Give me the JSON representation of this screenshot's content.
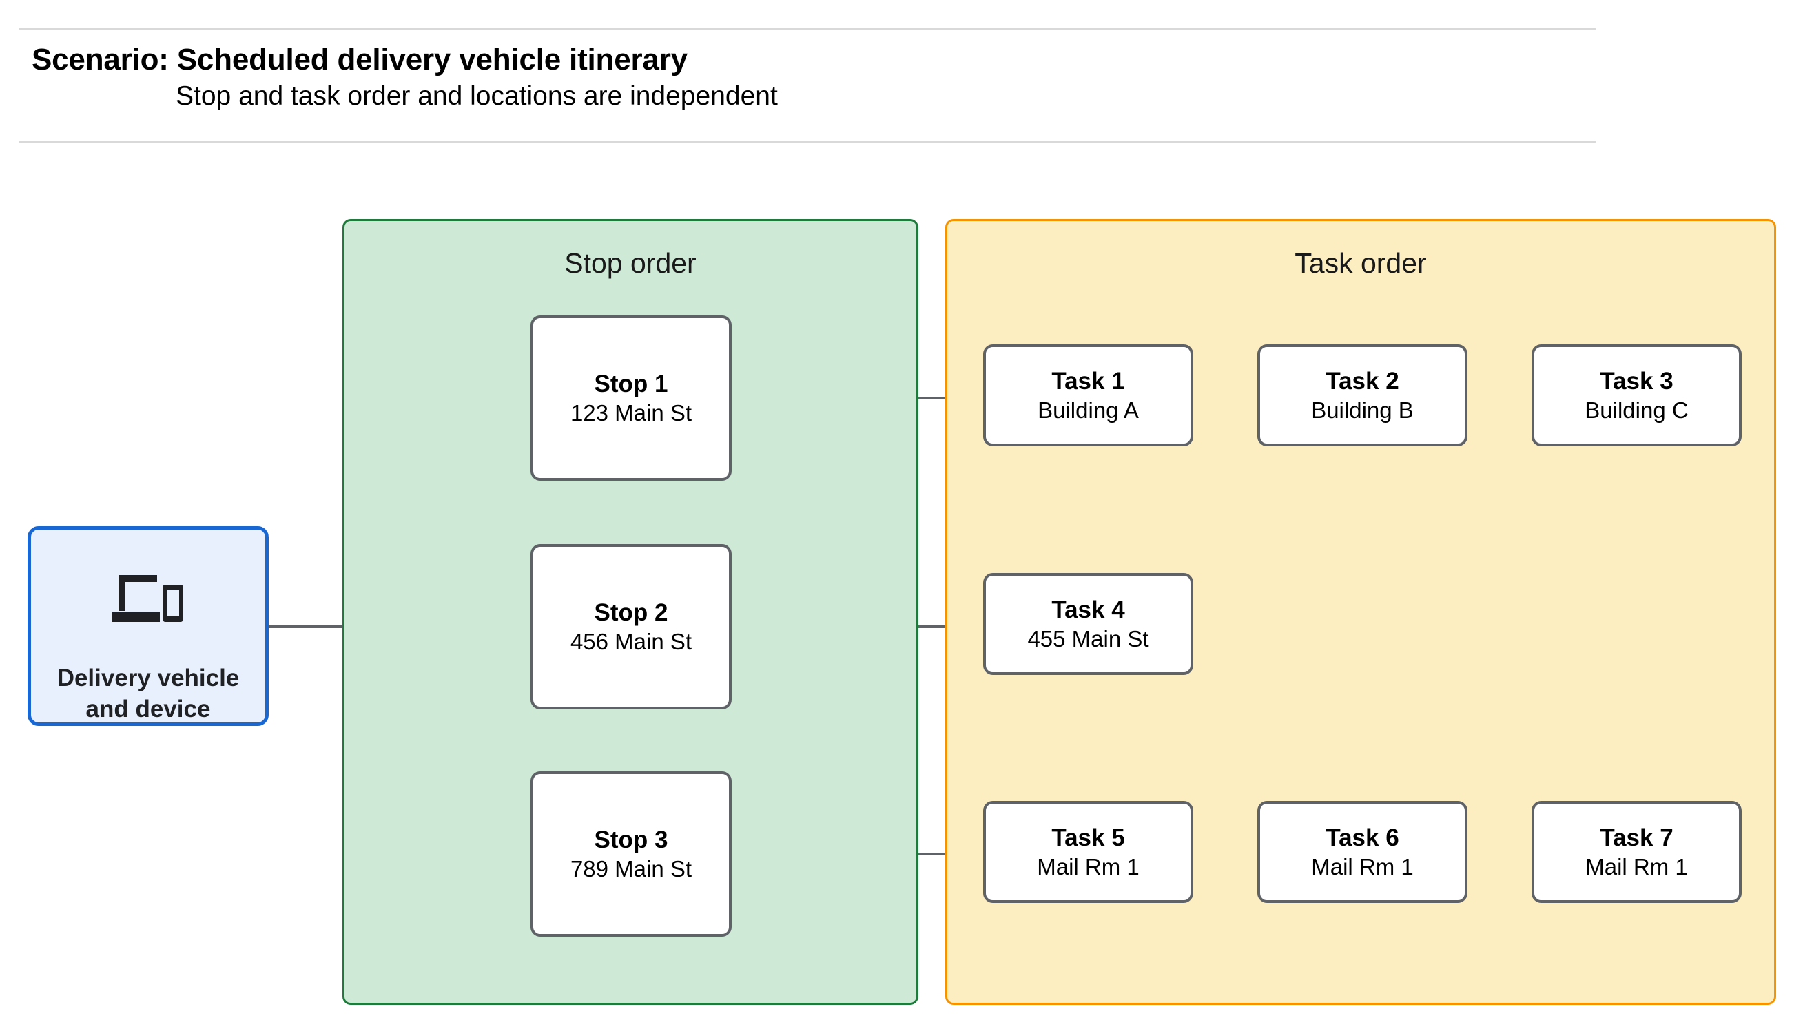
{
  "header": {
    "title": "Scenario: Scheduled delivery vehicle itinerary",
    "subtitle": "Stop and task order and locations are independent"
  },
  "colors": {
    "stop_panel_fill": "#cee9d6",
    "stop_panel_border": "#1e7b3c",
    "task_panel_fill": "#fdeec2",
    "task_panel_border": "#f59300",
    "device_fill": "#e8f0fe",
    "device_border": "#1967d2",
    "node_border": "#5f6368",
    "connector": "#5f6368",
    "rule": "#d9d9d9"
  },
  "device": {
    "icon": "devices-icon",
    "label": "Delivery vehicle\nand device",
    "label_line1": "Delivery vehicle",
    "label_line2": "and device"
  },
  "stop_panel": {
    "title": "Stop order",
    "stops": [
      {
        "title": "Stop 1",
        "address": "123 Main St"
      },
      {
        "title": "Stop 2",
        "address": "456 Main St"
      },
      {
        "title": "Stop 3",
        "address": "789 Main St"
      }
    ]
  },
  "task_panel": {
    "title": "Task order",
    "rows": [
      {
        "tasks": [
          {
            "title": "Task 1",
            "location": "Building A"
          },
          {
            "title": "Task 2",
            "location": "Building B"
          },
          {
            "title": "Task 3",
            "location": "Building C"
          }
        ]
      },
      {
        "tasks": [
          {
            "title": "Task 4",
            "location": "455 Main St"
          }
        ]
      },
      {
        "tasks": [
          {
            "title": "Task 5",
            "location": "Mail Rm 1"
          },
          {
            "title": "Task 6",
            "location": "Mail Rm 1"
          },
          {
            "title": "Task 7",
            "location": "Mail Rm 1"
          }
        ]
      }
    ]
  }
}
